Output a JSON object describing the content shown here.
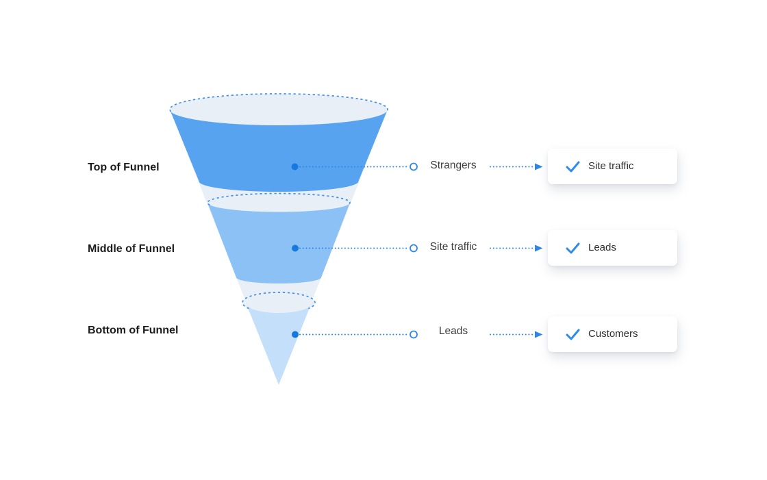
{
  "title": "Marketing funnel diagram",
  "colors": {
    "background": "#FFFFFF",
    "accent_blue": "#2E86E8",
    "connector_dot": "#1679E0",
    "checkmark": "#2F8BE9",
    "funnel_top_stage": "#57A3F0",
    "funnel_middle_stage": "#8CC1F5",
    "funnel_bottom_stage": "#C4DFF9",
    "funnel_rim": "#E9EFF7",
    "card_background": "#FFFFFF",
    "side_label_text": "#1C1C1C"
  },
  "stages": [
    {
      "side_label": "Top of Funnel",
      "funnel_label": "Strangers",
      "card_label": "Site traffic"
    },
    {
      "side_label": "Middle of Funnel",
      "funnel_label": "Site traffic",
      "card_label": "Leads"
    },
    {
      "side_label": "Bottom of Funnel",
      "funnel_label": "Leads",
      "card_label": "Customers"
    }
  ]
}
